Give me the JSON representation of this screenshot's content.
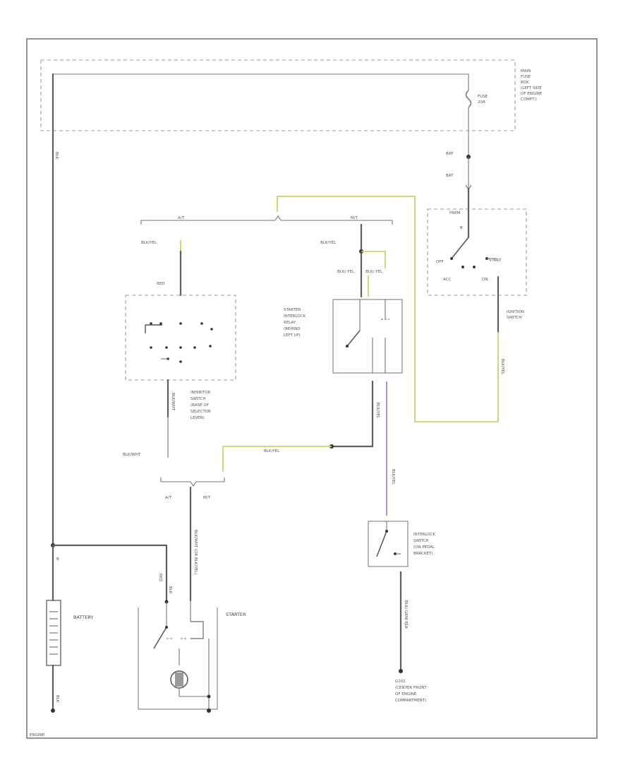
{
  "diagram": {
    "page_code": "ENGINE",
    "colors": {
      "wire": "#5e5e5e",
      "yellow_wire": "#c9d46a",
      "blue_wire": "#8c8cf0",
      "border": "#7a7a7a"
    },
    "components": {
      "fuse_box": {
        "lines": [
          "MAIN",
          "FUSE",
          "BOX",
          "(LEFT SIDE",
          "OF ENGINE",
          "COMPT.)"
        ]
      },
      "fuse": {
        "lines": [
          "FUSE",
          "20A"
        ]
      },
      "ignition_switch": {
        "lines": [
          "IGNITION",
          "SWITCH"
        ],
        "positions": {
          "prem": "PREM",
          "b": "B",
          "off": "OFF",
          "start": "START",
          "acc": "ACC",
          "on": "ON"
        }
      },
      "inhibitor_switch": {
        "lines": [
          "INHIBITOR",
          "SWITCH",
          "(BASE OF",
          "SELECTOR",
          "LEVER)"
        ]
      },
      "starter_interlock_relay": {
        "lines": [
          "STARTER",
          "INTERLOCK",
          "RELAY",
          "(BEHIND",
          "LEFT I/P)"
        ]
      },
      "interlock_switch": {
        "lines": [
          "INTERLOCK",
          "SWITCH",
          "(ON PEDAL",
          "BRACKET)"
        ]
      },
      "battery": {
        "label": "BATTERY"
      },
      "starter": {
        "label": "STARTER"
      },
      "ground": {
        "lines": [
          "G101",
          "(CENTER FRONT",
          "OF ENGINE",
          "COMPARTMENT)"
        ]
      }
    },
    "wire_labels": {
      "main_left": "BLK",
      "bat_top": "BAT",
      "bat_bottom": "BAT",
      "at": "A/T",
      "mt": "M/T",
      "at_bottom": "A/T",
      "mt_bottom": "M/T",
      "blk_yel_left": "BLK/YEL",
      "blk_yel_mid": "BLK/YEL",
      "blk_yel_relay_a": "BLK/ YEL",
      "blk_yel_relay_b": "BLK/ YEL",
      "blk_yel_lower": "BLK/YEL",
      "blk_wht": "BLK/WHT",
      "blk_yel_blue": "BLK/YEL",
      "blk_yel_ign": "BLK/YEL",
      "blk_yel_relay_down": "BLK/YEL",
      "red": "RED",
      "blk_wht_inh": "BLK/WHT",
      "blk_yel_starter": "BLK/WHT (OR BLK/YEL)",
      "blk": "BLK",
      "blk_bat": "BLK",
      "blk_ground": "BLK/ GRN/ BLK",
      "red_starter": "RED",
      "pin_b": "B"
    }
  }
}
